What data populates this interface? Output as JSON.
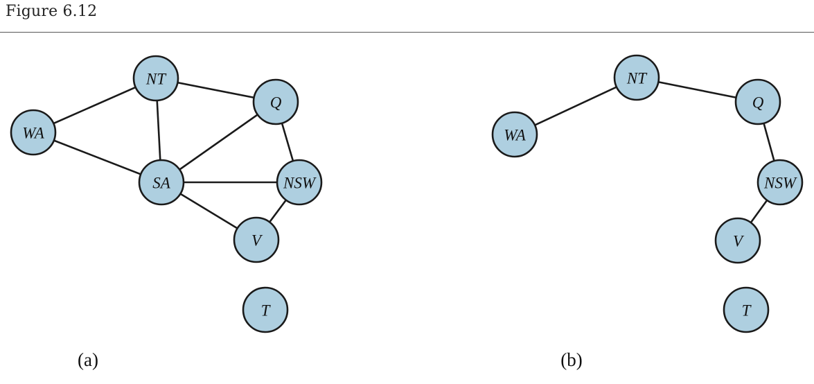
{
  "figure_title": "Figure 6.12",
  "panels": [
    {
      "label": "(a)",
      "nodes": [
        {
          "id": "NT",
          "label": "NT"
        },
        {
          "id": "Q",
          "label": "Q"
        },
        {
          "id": "WA",
          "label": "WA"
        },
        {
          "id": "SA",
          "label": "SA"
        },
        {
          "id": "NSW",
          "label": "NSW"
        },
        {
          "id": "V",
          "label": "V"
        },
        {
          "id": "T",
          "label": "T"
        }
      ],
      "edges": [
        [
          "WA",
          "NT"
        ],
        [
          "WA",
          "SA"
        ],
        [
          "NT",
          "SA"
        ],
        [
          "NT",
          "Q"
        ],
        [
          "SA",
          "Q"
        ],
        [
          "SA",
          "NSW"
        ],
        [
          "SA",
          "V"
        ],
        [
          "Q",
          "NSW"
        ],
        [
          "NSW",
          "V"
        ]
      ]
    },
    {
      "label": "(b)",
      "nodes": [
        {
          "id": "NT",
          "label": "NT"
        },
        {
          "id": "Q",
          "label": "Q"
        },
        {
          "id": "WA",
          "label": "WA"
        },
        {
          "id": "NSW",
          "label": "NSW"
        },
        {
          "id": "V",
          "label": "V"
        },
        {
          "id": "T",
          "label": "T"
        }
      ],
      "edges": [
        [
          "WA",
          "NT"
        ],
        [
          "NT",
          "Q"
        ],
        [
          "Q",
          "NSW"
        ],
        [
          "NSW",
          "V"
        ]
      ]
    }
  ],
  "colors": {
    "node_fill": "#aecfe0",
    "stroke": "#1a1a1a"
  }
}
